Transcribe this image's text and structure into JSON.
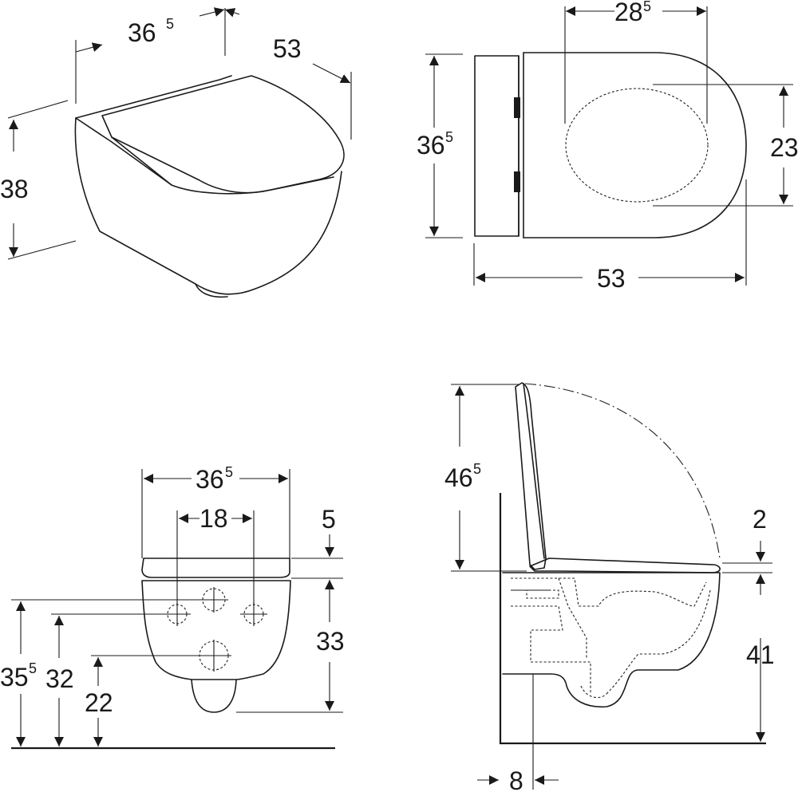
{
  "iso_view": {
    "width": "36",
    "width_sup": "5",
    "depth": "53",
    "height": "38"
  },
  "top_view": {
    "opening_width": "28",
    "opening_width_sup": "5",
    "width": "36",
    "width_sup": "5",
    "opening_depth": "23",
    "length": "53"
  },
  "front_view": {
    "width": "36",
    "width_sup": "5",
    "fixing_spacing": "18",
    "seat_thickness": "5",
    "bowl_height": "33",
    "height_total": "35",
    "height_total_sup": "5",
    "fixing_height": "32",
    "outlet_height": "22"
  },
  "side_view": {
    "lid_height": "46",
    "lid_height_sup": "5",
    "seat_gap": "2",
    "bowl_height": "41",
    "wall_offset": "8"
  }
}
